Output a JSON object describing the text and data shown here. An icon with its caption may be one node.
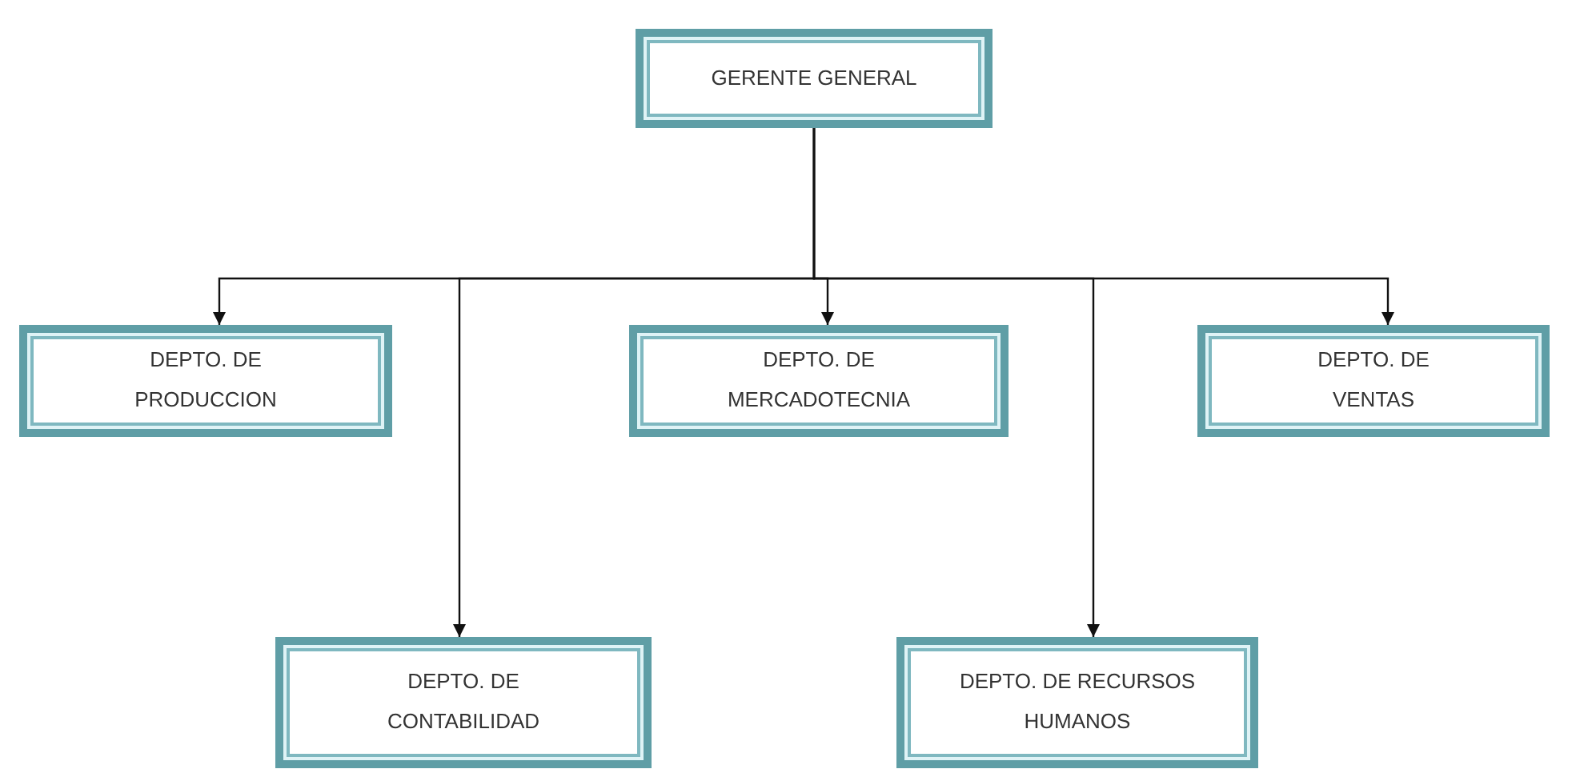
{
  "diagram": {
    "nodes": [
      {
        "text": [
          "GERENTE GENERAL"
        ]
      },
      {
        "text": [
          "DEPTO. DE PRODUCCION"
        ]
      },
      {
        "text": [
          "DEPTO. DE MERCADOTECNIA"
        ]
      },
      {
        "text": [
          "DEPTO. DE VENTAS"
        ]
      },
      {
        "text": [
          "DEPTO. DE CONTABILIDAD"
        ]
      },
      {
        "text": [
          "DEPTO. DE RECURSOS HUMANOS"
        ]
      }
    ],
    "edges": [
      {
        "from": 0,
        "to": 1,
        "arrow": "to"
      },
      {
        "from": 0,
        "to": 4,
        "arrow": "to"
      },
      {
        "from": 0,
        "to": 2,
        "arrow": "to"
      },
      {
        "from": 0,
        "to": 5,
        "arrow": "to"
      },
      {
        "from": 0,
        "to": 3,
        "arrow": "to"
      }
    ]
  }
}
